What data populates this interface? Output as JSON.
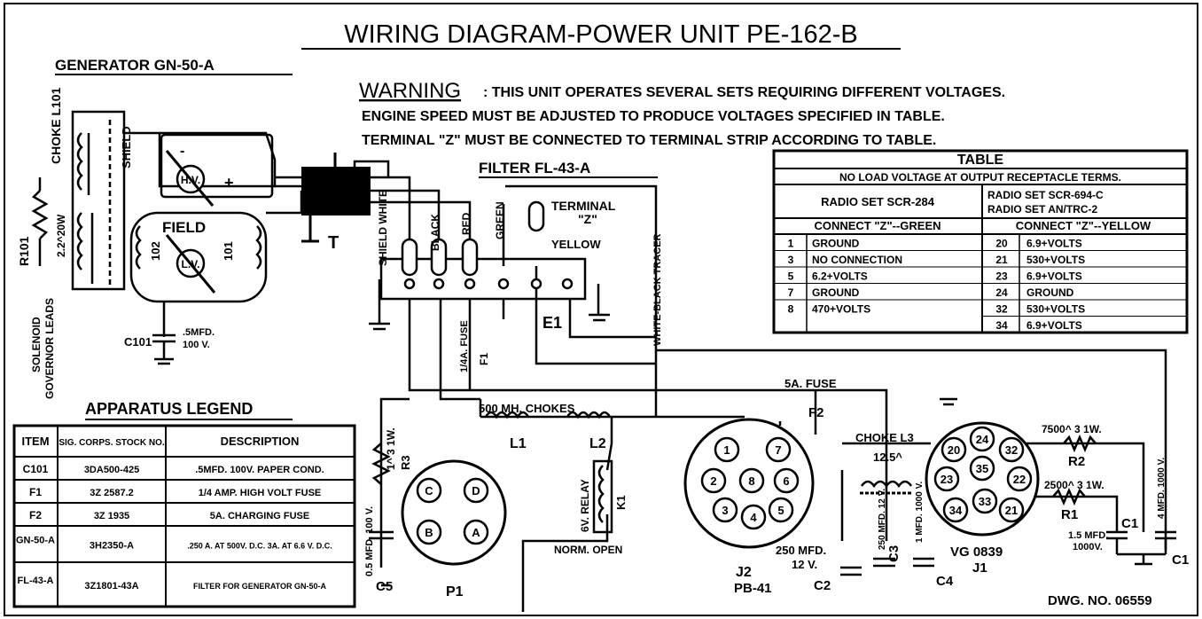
{
  "title": "WIRING DIAGRAM-POWER UNIT PE-162-B",
  "generator": "GENERATOR GN-50-A",
  "warning": {
    "label": "WARNING",
    "line1": ": THIS UNIT OPERATES SEVERAL SETS REQUIRING DIFFERENT VOLTAGES.",
    "line2": "ENGINE SPEED MUST BE ADJUSTED TO PRODUCE VOLTAGES SPECIFIED IN TABLE.",
    "line3": "TERMINAL \"Z\" MUST BE CONNECTED TO TERMINAL STRIP ACCORDING TO TABLE."
  },
  "filter_title": "FILTER FL-43-A",
  "labels": {
    "choke_l101": "CHOKE L101",
    "shield": "SHIELD",
    "hv": "H.V.",
    "lv": "L.V.",
    "field": "FIELD",
    "n102": "102",
    "n101": "101",
    "minus": "-",
    "plus": "+",
    "r101": "R101",
    "r101_val": "2.2^20W",
    "solenoid": "SOLENOID",
    "governor": "GOVERNOR LEADS",
    "c101": "C101",
    "c101_val1": ".5MFD.",
    "c101_val2": "100 V.",
    "plug_t": "T",
    "wire_shield_white": "SHIELD WHITE",
    "wire_black": "BLACK",
    "wire_red": "RED",
    "wire_green": "GREEN",
    "terminal_z1": "TERMINAL",
    "terminal_z2": "\"Z\"",
    "yellow": "YELLOW",
    "e1": "E1",
    "white_black_tracer": "WHITE-BLACK TRACER",
    "fuse_f1": "1/4A. FUSE",
    "f1": "F1",
    "fuse_f2_label": "5A. FUSE",
    "f2": "F2",
    "chokes": "500 MH. CHOKES",
    "l1": "L1",
    "l2": "L2",
    "r3_val": "1^ 3 1W.",
    "r3": "R3",
    "c5_val": "0.5 MFD. 100 V.",
    "c5": "C5",
    "p1": "P1",
    "relay": "6V. RELAY",
    "k1": "K1",
    "norm_open": "NORM. OPEN",
    "j2": "J2",
    "pb41": "PB-41",
    "choke_l3": "CHOKE L3",
    "choke_l3_val": "12.5^",
    "c2_val1": "250 MFD.",
    "c2_val2": "12 V.",
    "c2": "C2",
    "c3_val": "250 MFD. 12 V.",
    "c3": "C3",
    "c4_val": "1 MFD. 1000 V.",
    "c4": "C4",
    "vg": "VG 0839",
    "j1": "J1",
    "r2_val": "7500^ 3 1W.",
    "r2": "R2",
    "r1_val": "2500^ 3 1W.",
    "r1": "R1",
    "c1_val1": "1.5 MFD.",
    "c1_val2": "1000V.",
    "c1": "C1",
    "c1b": "C1",
    "c1b_val": "4 MFD. 1000 V.",
    "dwg": "DWG. NO. 06559"
  },
  "p1_pins": [
    "C",
    "D",
    "B",
    "A"
  ],
  "j2_pins": [
    "1",
    "7",
    "2",
    "8",
    "6",
    "3",
    "5",
    "4"
  ],
  "j1_pins": [
    "24",
    "20",
    "32",
    "35",
    "23",
    "22",
    "34",
    "33",
    "21"
  ],
  "table": {
    "title": "TABLE",
    "subtitle": "NO LOAD VOLTAGE AT OUTPUT RECEPTACLE TERMS.",
    "left_head": "RADIO SET SCR-284",
    "right_head1": "RADIO SET SCR-694-C",
    "right_head2": "RADIO SET AN/TRC-2",
    "left_connect": "CONNECT \"Z\"--GREEN",
    "right_connect": "CONNECT \"Z\"--YELLOW",
    "left_rows": [
      [
        "1",
        "GROUND"
      ],
      [
        "3",
        "NO CONNECTION"
      ],
      [
        "5",
        "6.2+VOLTS"
      ],
      [
        "7",
        "GROUND"
      ],
      [
        "8",
        "470+VOLTS"
      ]
    ],
    "right_rows": [
      [
        "20",
        "6.9+VOLTS"
      ],
      [
        "21",
        "530+VOLTS"
      ],
      [
        "23",
        "6.9+VOLTS"
      ],
      [
        "24",
        "GROUND"
      ],
      [
        "32",
        "530+VOLTS"
      ],
      [
        "34",
        "6.9+VOLTS"
      ]
    ]
  },
  "legend": {
    "title": "APPARATUS LEGEND",
    "headers": [
      "ITEM",
      "SIG. CORPS. STOCK NO.",
      "DESCRIPTION"
    ],
    "rows": [
      [
        "C101",
        "3DA500-425",
        ".5MFD. 100V. PAPER COND."
      ],
      [
        "F1",
        "3Z 2587.2",
        "1/4 AMP. HIGH VOLT FUSE"
      ],
      [
        "F2",
        "3Z 1935",
        "5A. CHARGING FUSE"
      ],
      [
        "GN-50-A",
        "3H2350-A",
        ".250 A. AT 500V. D.C. 3A. AT 6.6 V. D.C."
      ],
      [
        "FL-43-A",
        "3Z1801-43A",
        "FILTER FOR GENERATOR GN-50-A"
      ]
    ]
  }
}
